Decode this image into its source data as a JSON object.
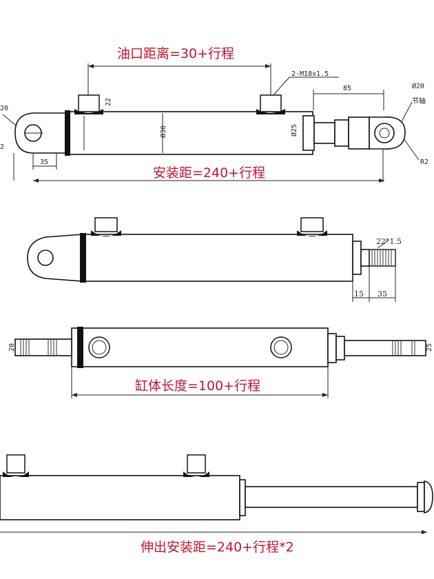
{
  "views": {
    "top": {
      "label_oil_port": "油口距离=30+行程",
      "label_mount": "安装距=240+行程",
      "dim_thread": "2-M18x1.5",
      "dim_85": "85",
      "dim_22": "22",
      "dim_30": "Ø30",
      "dim_25": "Ø25",
      "dim_35": "35",
      "dim_20_left": "20",
      "dim_r2_left": "2",
      "dim_phi20": "Ø20",
      "dim_joint": "节轴",
      "dim_r2": "R2"
    },
    "second": {
      "dim_thread": "22*1.5",
      "dim_15": "15",
      "dim_35": "35"
    },
    "third": {
      "label_body": "缸体长度=100+行程",
      "dim_20": "20",
      "dim_25": "25"
    },
    "bottom": {
      "label_extended": "伸出安装距=240+行程*2"
    }
  }
}
